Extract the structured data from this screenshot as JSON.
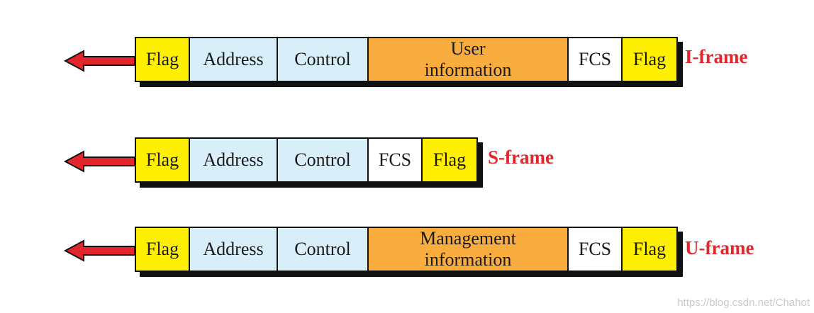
{
  "colors": {
    "flag": "#ffef00",
    "address_control": "#d8eef8",
    "information": "#f9ad3f",
    "fcs": "#ffffff",
    "arrow": "#e3262b",
    "label": "#e3262b"
  },
  "frames": [
    {
      "label": "I-frame",
      "fields": [
        "Flag",
        "Address",
        "Control",
        "User information",
        "FCS",
        "Flag"
      ],
      "info_lines": [
        "User",
        "information"
      ]
    },
    {
      "label": "S-frame",
      "fields": [
        "Flag",
        "Address",
        "Control",
        "FCS",
        "Flag"
      ]
    },
    {
      "label": "U-frame",
      "fields": [
        "Flag",
        "Address",
        "Control",
        "Management information",
        "FCS",
        "Flag"
      ],
      "info_lines": [
        "Management",
        "information"
      ]
    }
  ],
  "watermark": "https://blog.csdn.net/Chahot"
}
